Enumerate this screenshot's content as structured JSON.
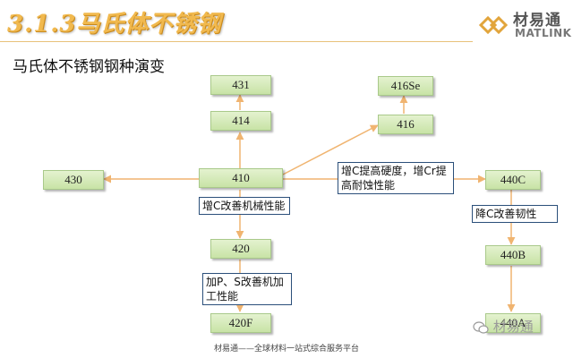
{
  "header": {
    "title": "3.1.3马氏体不锈钢"
  },
  "logo": {
    "name_cn": "材易通",
    "name_en": "MATLINK"
  },
  "subtitle": "马氏体不锈钢钢种演变",
  "nodes": {
    "n431": "431",
    "n414": "414",
    "n416Se": "416Se",
    "n416": "416",
    "n430": "430",
    "n410": "410",
    "n440C": "440C",
    "n420": "420",
    "n440B": "440B",
    "n420F": "420F",
    "n440A": "440A"
  },
  "notes": {
    "c_mech": "增C改善机械性能",
    "c_hard_cr": "增C提高硬度，增Cr提高耐蚀性能",
    "c_tough": "降C改善韧性",
    "ps_machining": "加P、S改善机加工性能"
  },
  "colors": {
    "arrow": "#f0b470",
    "title": "#f1b94e",
    "node_fill": "#d6ebbb"
  },
  "footer": "材易通——全球材料一站式综合服务平台",
  "watermark": "材易通"
}
